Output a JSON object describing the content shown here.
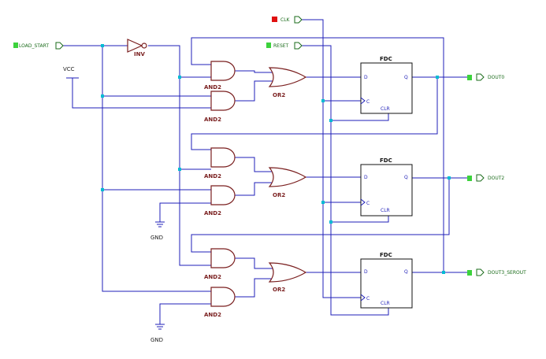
{
  "ports": {
    "load_start": "LOAD_START",
    "clk": "CLK",
    "reset": "RESET",
    "dout0": "DOUT0",
    "dout2": "DOUT2",
    "dout3": "DOUT3_SEROUT"
  },
  "labels": {
    "vcc": "VCC",
    "gnd": "GND",
    "inv": "INV",
    "and2": "AND2",
    "or2": "OR2",
    "fdc": "FDC",
    "pin_d": "D",
    "pin_q": "Q",
    "pin_c": "C",
    "pin_clr": "CLR"
  },
  "colors": {
    "wire": "#1f1fb8",
    "gate": "#7a1f1f",
    "port": "#1a6b1a",
    "clk_marker": "#e01010",
    "port_marker": "#3cd23c",
    "junction": "#00bcd4"
  }
}
